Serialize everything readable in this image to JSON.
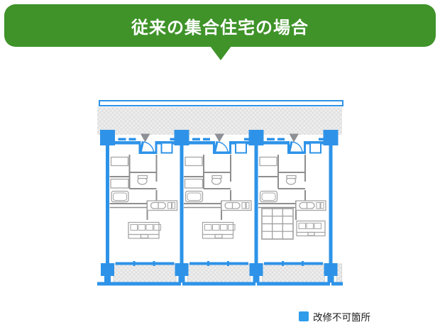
{
  "banner": {
    "title": "従来の集合住宅の場合",
    "bg_color": "#3f9329",
    "text_color": "#ffffff"
  },
  "floor_plan": {
    "unit_count": 3,
    "non_renovatable_color": "#2e93e8",
    "wall_color": "#8f8f8f",
    "furniture_color": "#a6a6a6",
    "hatch_bg_color": "#eeeeee",
    "hatch_line_color": "#dcdcdc",
    "entrance_marker_color": "#8d9196"
  },
  "legend": {
    "swatch_color": "#2e9ceb",
    "label": "改修不可箇所"
  }
}
